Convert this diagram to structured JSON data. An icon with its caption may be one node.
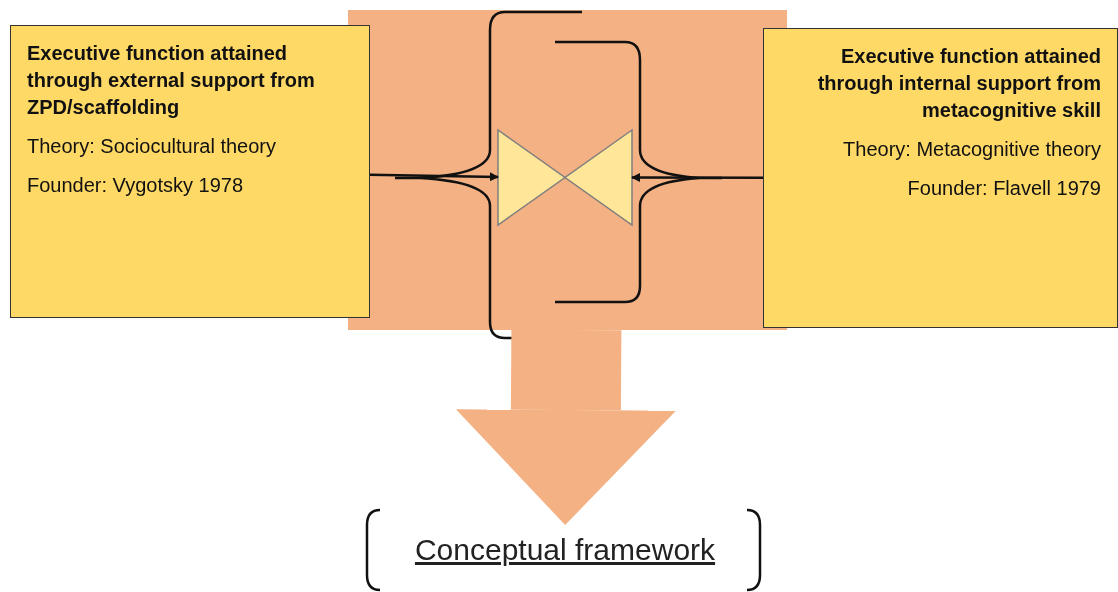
{
  "diagram": {
    "nodes": [
      {
        "text": [
          "Executive function attained through external support from ZPD/scaffolding",
          "Theory: Sociocultural theory",
          "Founder: Vygotsky 1978"
        ]
      },
      {
        "text": [],
        "shape": "box"
      },
      {
        "text": [],
        "shape": "triangle",
        "in": 1
      },
      {
        "text": [],
        "shape": "triangle",
        "in": 1
      },
      {
        "text": [
          "Executive function attained through internal support from metacognitive skill",
          "Theory: Metacognitive theory",
          "Founder: Flavell 1979"
        ]
      },
      {
        "text": [
          "Conceptual framework"
        ]
      }
    ],
    "edges": [
      {
        "from": 0,
        "to": 2,
        "arrow": "to"
      },
      {
        "from": 4,
        "to": 3,
        "arrow": "to"
      },
      {
        "from": 1,
        "to": 5,
        "arrow": "to",
        "style": "thick",
        "color": "#f4b183"
      }
    ]
  }
}
